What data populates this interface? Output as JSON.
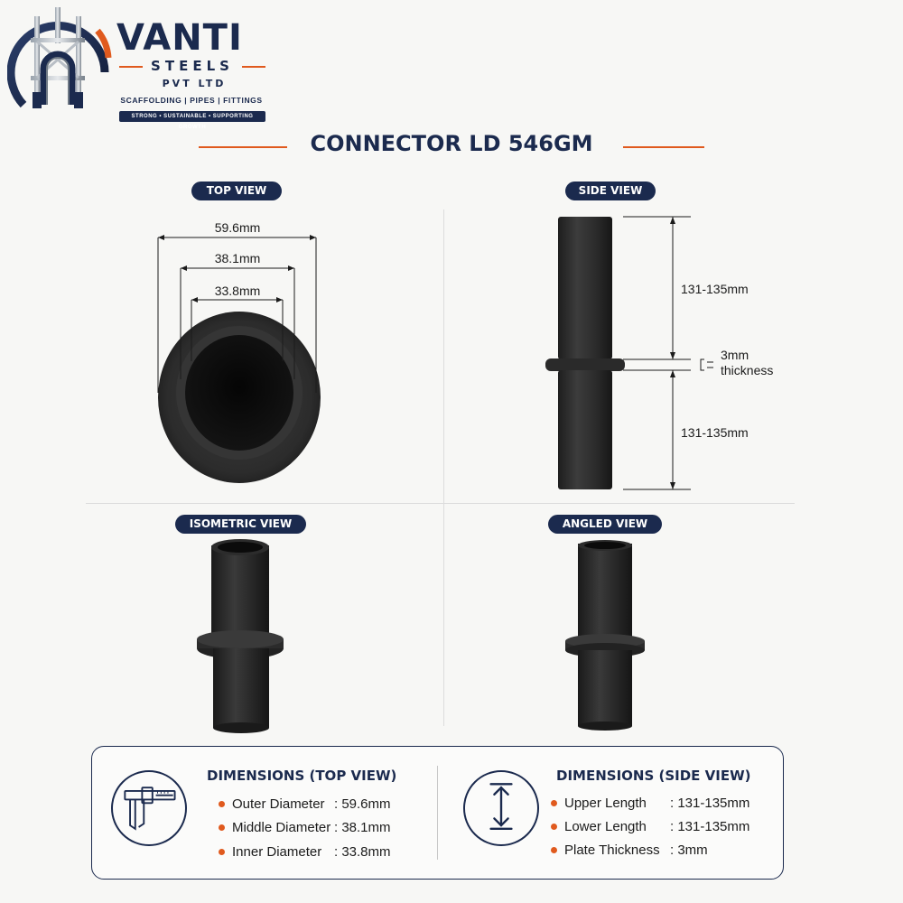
{
  "brand": {
    "name": "VANTI",
    "steels": "STEELS",
    "pvt": "PVT LTD",
    "tagline": "SCAFFOLDING | PIPES | FITTINGS",
    "badge": "STRONG • SUSTAINABLE • SUPPORTING GROWTH"
  },
  "title": "CONNECTOR LD 546GM",
  "views": {
    "top": {
      "label": "TOP VIEW",
      "outer": "59.6mm",
      "middle": "38.1mm",
      "inner": "33.8mm"
    },
    "side": {
      "label": "SIDE VIEW",
      "upper": "131-135mm",
      "lower": "131-135mm",
      "plate_value": "3mm",
      "plate_word": "thickness"
    },
    "isometric": {
      "label": "ISOMETRIC VIEW"
    },
    "angled": {
      "label": "ANGLED VIEW"
    }
  },
  "specs": {
    "top": {
      "heading": "DIMENSIONS (TOP VIEW)",
      "rows": [
        {
          "key": "Outer Diameter",
          "value": ": 59.6mm"
        },
        {
          "key": "Middle Diameter",
          "value": ": 38.1mm"
        },
        {
          "key": "Inner Diameter",
          "value": ": 33.8mm"
        }
      ]
    },
    "side": {
      "heading": "DIMENSIONS (SIDE VIEW)",
      "rows": [
        {
          "key": "Upper Length",
          "value": ": 131-135mm"
        },
        {
          "key": "Lower Length",
          "value": ": 131-135mm"
        },
        {
          "key": "Plate Thickness",
          "value": ": 3mm"
        }
      ]
    }
  },
  "icons": {
    "logo": "scaffold-logo-icon",
    "caliper": "caliper-icon",
    "length": "vertical-arrow-icon"
  },
  "colors": {
    "navy": "#1b2a4e",
    "accent": "#e05a1e",
    "metal": "#2e2e2e"
  }
}
